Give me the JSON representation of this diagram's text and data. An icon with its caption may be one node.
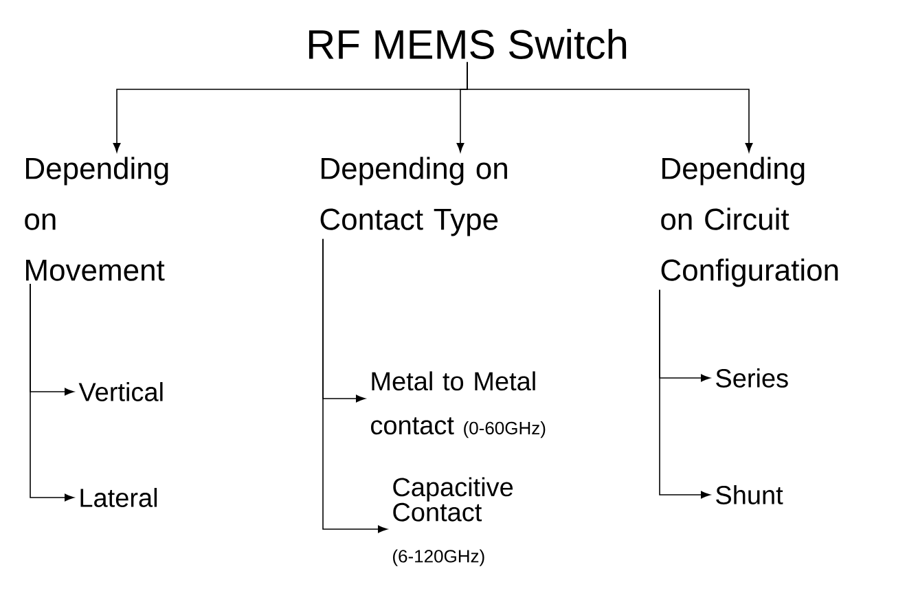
{
  "diagram": {
    "nodes": [
      {
        "text": [
          "RF MEMS Switch"
        ]
      },
      {
        "text": [
          "Depending on Movement"
        ]
      },
      {
        "text": [
          "Depending on Contact Type"
        ]
      },
      {
        "text": [
          "Depending on Circuit Configuration"
        ]
      },
      {
        "text": [
          "Vertical"
        ]
      },
      {
        "text": [
          "Lateral"
        ]
      },
      {
        "text": [
          "Metal to Metal contact",
          "(0-60GHz)"
        ]
      },
      {
        "text": [
          "Capacitive Contact",
          "(6-120GHz)"
        ]
      },
      {
        "text": [
          "Series"
        ]
      },
      {
        "text": [
          "Shunt"
        ]
      }
    ],
    "edges": [
      {
        "from": 0,
        "to": 1,
        "arrow": "to"
      },
      {
        "from": 0,
        "to": 2,
        "arrow": "to"
      },
      {
        "from": 0,
        "to": 3,
        "arrow": "to"
      },
      {
        "from": 1,
        "to": 4,
        "arrow": "to"
      },
      {
        "from": 1,
        "to": 5,
        "arrow": "to"
      },
      {
        "from": 2,
        "to": 6,
        "arrow": "to"
      },
      {
        "from": 2,
        "to": 7,
        "arrow": "to"
      },
      {
        "from": 3,
        "to": 8,
        "arrow": "to"
      },
      {
        "from": 3,
        "to": 9,
        "arrow": "to"
      }
    ]
  }
}
